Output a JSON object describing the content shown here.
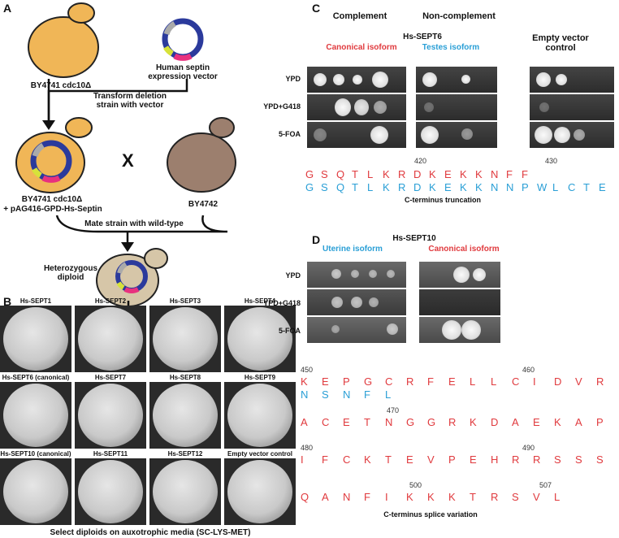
{
  "panels": {
    "a": "A",
    "b": "B",
    "c": "C",
    "d": "D"
  },
  "panelA": {
    "strain1": "BY4741 cdc10Δ",
    "vector": "Human septin\nexpression vector",
    "transform": "Transform deletion\nstrain with vector",
    "cross": "X",
    "strain2_l1": "BY4741 cdc10Δ",
    "strain2_l2": "+ pAG416-GPD-Hs-Septin",
    "wild": "BY4742",
    "mate": "Mate strain with wild-type",
    "hetero": "Heterozygous\ndiploid"
  },
  "panelB": {
    "plates": [
      "Hs-SEPT1",
      "Hs-SEPT2",
      "Hs-SEPT3",
      "Hs-SEPT4",
      "Hs-SEPT6 (canonical)",
      "Hs-SEPT7",
      "Hs-SEPT8",
      "Hs-SEPT9",
      "Hs-SEPT10 (canonical)",
      "Hs-SEPT11",
      "Hs-SEPT12",
      "Empty vector control"
    ],
    "caption": "Select diploids on auxotrophic media (SC-LYS-MET)"
  },
  "panelC": {
    "complement": "Complement",
    "noncomplement": "Non-complement",
    "gene": "Hs-SEPT6",
    "canonical": "Canonical isoform",
    "testes": "Testes isoform",
    "empty": "Empty vector\ncontrol",
    "rows": [
      "YPD",
      "YPD+G418",
      "5-FOA"
    ],
    "num420": "420",
    "num430": "430",
    "seq_red": [
      "G",
      "S",
      "Q",
      "T",
      "L",
      "K",
      "R",
      "D",
      "K",
      "E",
      "K",
      "K",
      "N",
      "F",
      "F"
    ],
    "seq_blue": [
      "G",
      "S",
      "Q",
      "T",
      "L",
      "K",
      "R",
      "D",
      "K",
      "E",
      "K",
      "K",
      "N",
      "N",
      "P",
      "W",
      "L",
      "C",
      "T",
      "E"
    ],
    "caption": "C-terminus truncation"
  },
  "panelD": {
    "gene": "Hs-SEPT10",
    "uterine": "Uterine isoform",
    "canonical": "Canonical isoform",
    "rows": [
      "YPD",
      "YPD+G418",
      "5-FOA"
    ],
    "line1_red": [
      "K",
      "E",
      "P",
      "G",
      "C",
      "R",
      "F",
      "E",
      "L",
      "L",
      "C",
      "I",
      "D",
      "V",
      "R"
    ],
    "line1_blue": [
      "N",
      "S",
      "N",
      "F",
      "L"
    ],
    "line2": [
      "A",
      "C",
      "E",
      "T",
      "N",
      "G",
      "G",
      "R",
      "K",
      "D",
      "A",
      "E",
      "K",
      "A",
      "P"
    ],
    "line3": [
      "I",
      "F",
      "C",
      "K",
      "T",
      "E",
      "V",
      "P",
      "E",
      "H",
      "R",
      "R",
      "S",
      "S",
      "S"
    ],
    "line4": [
      "Q",
      "A",
      "N",
      "F",
      "I",
      "K",
      "K",
      "K",
      "T",
      "R",
      "S",
      "V",
      "L"
    ],
    "nums": {
      "n450": "450",
      "n460": "460",
      "n470": "470",
      "n480": "480",
      "n490": "490",
      "n500": "500",
      "n507": "507"
    },
    "caption": "C-terminus splice variation"
  },
  "colors": {
    "yeast_mutant": "#f0b657",
    "yeast_wt": "#9c7f6e",
    "diploid": "#d6c6a8",
    "seq_red": "#e03a3e",
    "seq_blue": "#2a9fd6"
  }
}
